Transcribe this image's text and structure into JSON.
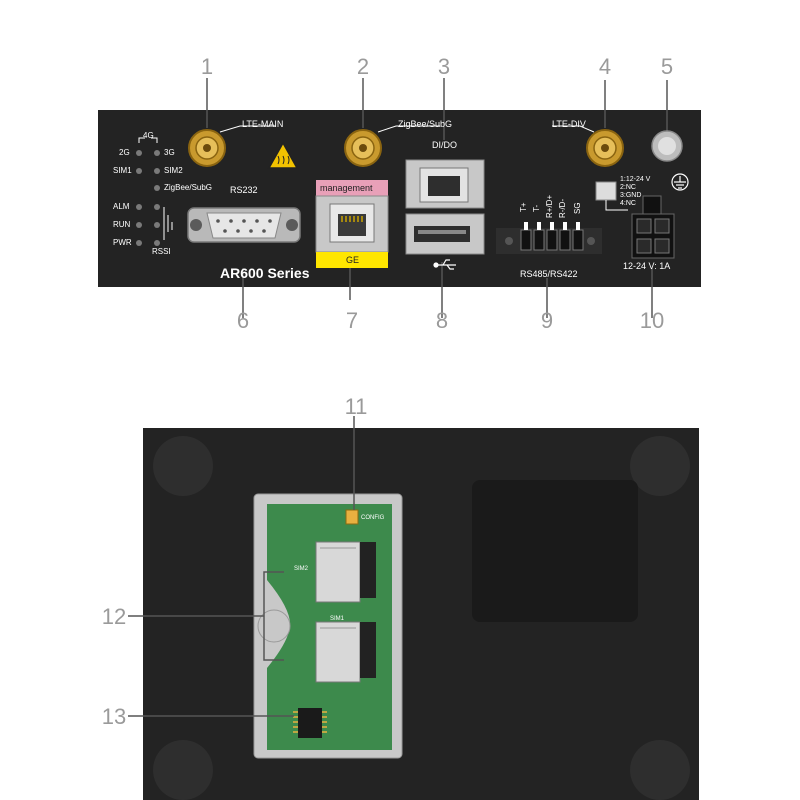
{
  "callouts": [
    "1",
    "2",
    "3",
    "4",
    "5",
    "6",
    "7",
    "8",
    "9",
    "10",
    "11",
    "12",
    "13"
  ],
  "front_panel": {
    "lte_main": "LTE-MAIN",
    "zigbee": "ZigBee/SubG",
    "dido": "DI/DO",
    "lte_div": "LTE-DIV",
    "led_4g": "4G",
    "led_2g": "2G",
    "led_3g": "3G",
    "led_sim1": "SIM1",
    "led_sim2": "SIM2",
    "led_zigbee": "ZigBee/SubG",
    "led_alm": "ALM",
    "led_run": "RUN",
    "led_pwr": "PWR",
    "led_rssi": "RSSI",
    "rs232": "RS232",
    "management": "management",
    "ge": "GE",
    "model": "AR600 Series",
    "term_labels": [
      "T+",
      "T-",
      "R+/D+",
      "R-/D-",
      "SG"
    ],
    "rs485": "RS485/RS422",
    "power_pins": [
      "1:12-24 V",
      "2:NC",
      "3:GND",
      "4:NC"
    ],
    "power_rating": "12-24 V: 1A"
  },
  "bottom_panel": {
    "config": "CONFIG",
    "sim2": "SIM2",
    "sim1": "SIM1"
  },
  "colors": {
    "panel": "#232323",
    "management_bg": "#e8a0b8",
    "ge_bg": "#ffe600",
    "pcb": "#3d8a4c",
    "antenna": "#c99a2e"
  }
}
